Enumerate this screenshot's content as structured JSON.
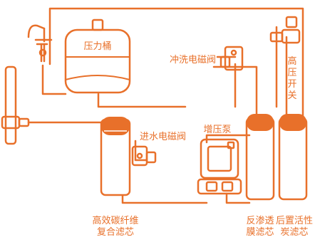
{
  "colors": {
    "line": "#e8702a",
    "fill": "#e8702a",
    "bg": "#ffffff"
  },
  "labels": {
    "pressure_tank": "压力桶",
    "flush_valve": "冲洗电磁阀",
    "high_pressure_switch": [
      "高",
      "压",
      "开",
      "关"
    ],
    "inlet_valve": "进水电磁阀",
    "booster_pump": "增压泵",
    "carbon_filter": [
      "高效碳纤维",
      "复合滤芯"
    ],
    "ro_membrane": [
      "反渗透",
      "膜滤芯"
    ],
    "post_carbon": [
      "后置活性",
      "炭滤芯"
    ]
  }
}
